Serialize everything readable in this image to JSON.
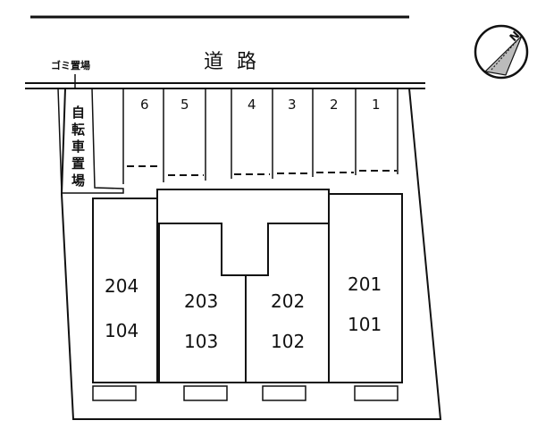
{
  "road": {
    "label": "道 路"
  },
  "garbage": {
    "label": "ゴミ置場"
  },
  "bicycle": {
    "label_chars": [
      "自",
      "転",
      "車",
      "置",
      "場"
    ]
  },
  "parking": {
    "slots": [
      {
        "label": "6"
      },
      {
        "label": "5"
      },
      {
        "label": "4"
      },
      {
        "label": "3"
      },
      {
        "label": "2"
      },
      {
        "label": "1"
      }
    ]
  },
  "buildings": [
    {
      "upper": "204",
      "lower": "104"
    },
    {
      "upper": "203",
      "lower": "103"
    },
    {
      "upper": "202",
      "lower": "102"
    },
    {
      "upper": "201",
      "lower": "101"
    }
  ],
  "compass": {
    "label": "N",
    "icon": "north-arrow-icon"
  },
  "colors": {
    "line": "#111111",
    "background": "#ffffff"
  }
}
